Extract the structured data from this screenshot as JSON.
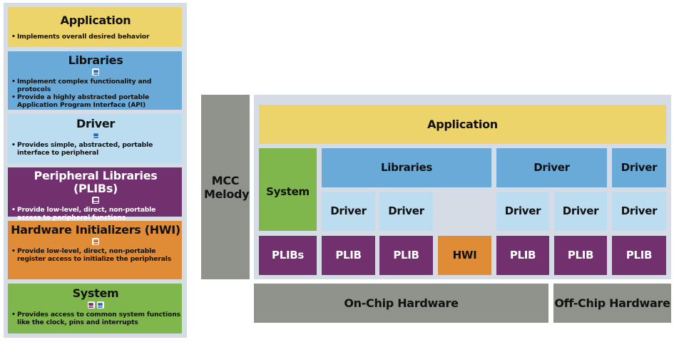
{
  "legend": {
    "items": [
      {
        "key": "application",
        "title": "Application",
        "color": "#ecd36a",
        "icons": [],
        "bullets": [
          "Implements overall desired behavior"
        ]
      },
      {
        "key": "libraries",
        "title": "Libraries",
        "color": "#6aaad9",
        "icons": [
          "libraries-stack-icon"
        ],
        "bullets": [
          "Implement complex functionality and protocols",
          "Provide a highly abstracted portable Application Program Interface (API)"
        ]
      },
      {
        "key": "driver",
        "title": "Driver",
        "color": "#bcdcf0",
        "icons": [
          "driver-stack-icon"
        ],
        "bullets": [
          "Provides simple, abstracted, portable interface to peripheral"
        ]
      },
      {
        "key": "plibs",
        "title": "Peripheral Libraries (PLIBs)",
        "color": "#72306f",
        "icons": [
          "plib-stack-icon"
        ],
        "bullets": [
          "Provide low-level, direct, non-portable access to peripheral functions"
        ]
      },
      {
        "key": "hwi",
        "title": "Hardware Initializers (HWI)",
        "color": "#e08c36",
        "icons": [
          "hwi-stack-icon"
        ],
        "bullets": [
          "Provide low-level, direct, non-portable register access to initialize the peripherals"
        ]
      },
      {
        "key": "system",
        "title": "System",
        "color": "#80b74c",
        "icons": [
          "plib-stack-icon",
          "libraries-stack-icon"
        ],
        "bullets": [
          "Provides access to common system functions like the clock, pins and interrupts"
        ]
      }
    ]
  },
  "diagram": {
    "mcc_label": "MCC Melody",
    "application": "Application",
    "system": "System",
    "libraries": "Libraries",
    "driver_top_wide": "Driver",
    "driver_top_narrow": "Driver",
    "driver_row": [
      "Driver",
      "Driver",
      "",
      "Driver",
      "Driver",
      "Driver"
    ],
    "plib_row": [
      "PLIBs",
      "PLIB",
      "PLIB",
      "HWI",
      "PLIB",
      "PLIB",
      "PLIB"
    ],
    "on_chip": "On-Chip Hardware",
    "off_chip": "Off-Chip Hardware"
  },
  "colors": {
    "application": "#ecd36a",
    "libraries": "#6aaad9",
    "driver": "#bcdcf0",
    "plib": "#72306f",
    "hwi": "#e08c36",
    "system": "#80b74c",
    "hardware": "#8f938c",
    "panel_bg": "#d6dce6"
  }
}
